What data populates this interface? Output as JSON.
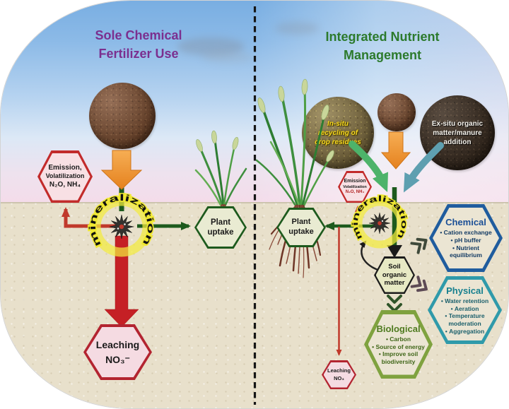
{
  "left": {
    "title_line1": "Sole Chemical",
    "title_line2": "Fertilizer Use",
    "emission": {
      "l1": "Emission,",
      "l2": "Volatilization",
      "l3": "N₂O, NH₄"
    },
    "mineralization": "mineralization",
    "plant_uptake": {
      "l1": "Plant",
      "l2": "uptake"
    },
    "leaching": {
      "l1": "Leaching",
      "l2": "NO₃⁻"
    }
  },
  "right": {
    "title_line1": "Integrated Nutrient",
    "title_line2": "Management",
    "insitu": {
      "l1": "In-situ",
      "l2": "recycling of",
      "l3": "crop residues"
    },
    "exsitu": {
      "l1": "Ex-situ organic",
      "l2": "matter/manure",
      "l3": "addition"
    },
    "emission": {
      "l1": "Emission",
      "l2": "Volatilization",
      "l3": "N₂O, NH₄"
    },
    "mineralization": "mineralization",
    "plant_uptake": {
      "l1": "Plant",
      "l2": "uptake"
    },
    "soil_organic_matter": {
      "l1": "Soil",
      "l2": "organic",
      "l3": "matter"
    },
    "leaching": {
      "l1": "Leaching",
      "l2": "NO₃"
    },
    "chemical": {
      "title": "Chemical",
      "items": [
        "Cation exchange",
        "pH buffer",
        "Nutrient equilibrium"
      ]
    },
    "physical": {
      "title": "Physical",
      "items": [
        "Water retention",
        "Aeration",
        "Temperature moderation",
        "Aggregation"
      ]
    },
    "biological": {
      "title": "Biological",
      "items": [
        "Carbon",
        "Source of energy",
        "Improve soil biodiversity"
      ]
    }
  },
  "colors": {
    "left_title": "#7b2f8f",
    "right_title": "#2c7a2c",
    "red_accent": "#c0392b",
    "dark_green": "#1d5a1d",
    "orange": "#ef8d2a",
    "mineralization_yellow": "#f0e832",
    "chemical_border": "#1f5c9e",
    "physical_border": "#2f9aaa",
    "biological_border": "#7fa23f",
    "sky_blue": "#79aee2",
    "soil_tan": "#e8e0cb"
  }
}
